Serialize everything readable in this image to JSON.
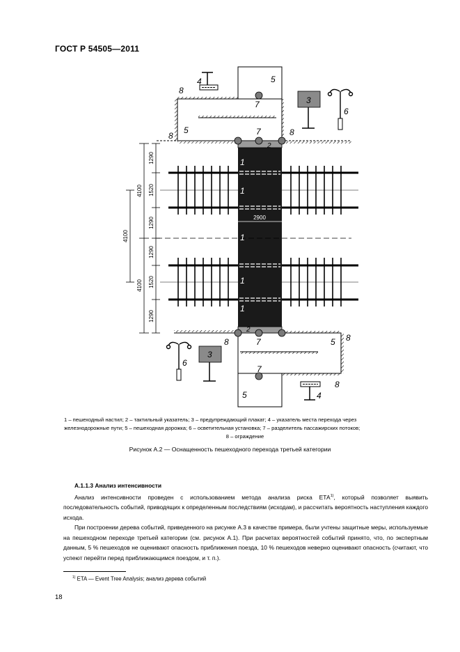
{
  "header": {
    "code": "ГОСТ Р 54505—2011"
  },
  "figure": {
    "dim_labels": {
      "d1290": "1290",
      "d1520": "1520",
      "d4100": "4100",
      "d2900": "2900"
    },
    "callouts": {
      "n1": "1",
      "n2": "2",
      "n3": "3",
      "n4": "4",
      "n5": "5",
      "n6": "6",
      "n7": "7",
      "n8": "8"
    },
    "colors": {
      "walkway": "#1a1a1a",
      "tactile": "#9a9a9a",
      "sign": "#8a8a8a",
      "node": "#7a7a7a"
    }
  },
  "legend": {
    "row1": "1 – пешеходный настил; 2 – тактильный указатель; 3 – предупреждающий плакат; 4 – указатель места перехода через",
    "row2": "железнодорожные пути; 5 – пешеходная дорожка; 6 – осветительная установка; 7 – разделитель пассажирских потоков;",
    "row3": "8 – ограждение"
  },
  "caption": "Рисунок А.2 — Оснащенность пешеходного перехода третьей категории",
  "section": {
    "heading": "А.1.1.3 Анализ интенсивности",
    "p1_a": "Анализ интенсивности проведен с использованием метода анализа риска ЕТА",
    "p1_sup": "1)",
    "p1_b": ", который позволяет выявить последовательность событий, приводящих к определенным последствиям (исходам), и рассчитать вероятность наступления каждого исхода.",
    "p2": "При построении дерева событий, приведенного на рисунке А.3 в качестве примера, были учтены защитные меры, используемые на пешеходном переходе третьей категории (см. рисунок А.1). При расчетах вероятностей событий принято, что, по экспертным данным, 5 % пешеходов не оценивают опасность приближения поезда, 10 % пешеходов неверно оценивают опасность (считают, что успеют перейти перед приближающимся поездом, и т. п.)."
  },
  "footnote": {
    "sup": "1)",
    "text": "ETA — Event Tree Analysis; анализ дерева событий"
  },
  "page_number": "18"
}
